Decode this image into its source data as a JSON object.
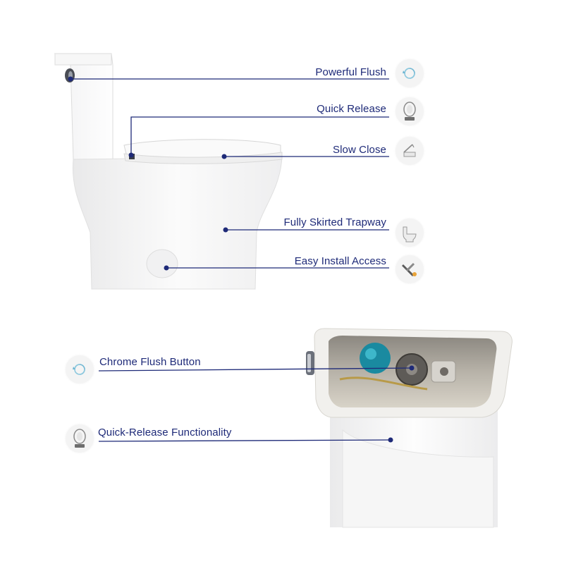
{
  "accent_color": "#1e2a78",
  "top_features": [
    {
      "label": "Powerful Flush",
      "icon": "swirl-flush-icon"
    },
    {
      "label": "Quick Release",
      "icon": "toilet-seat-top-icon"
    },
    {
      "label": "Slow Close",
      "icon": "seat-lid-icon"
    },
    {
      "label": "Fully Skirted Trapway",
      "icon": "toilet-side-icon"
    },
    {
      "label": "Easy Install Access",
      "icon": "wrench-icon"
    }
  ],
  "bottom_features": [
    {
      "label": "Chrome Flush Button",
      "icon": "swirl-flush-icon"
    },
    {
      "label": "Quick-Release Functionality",
      "icon": "toilet-seat-top-icon"
    }
  ]
}
